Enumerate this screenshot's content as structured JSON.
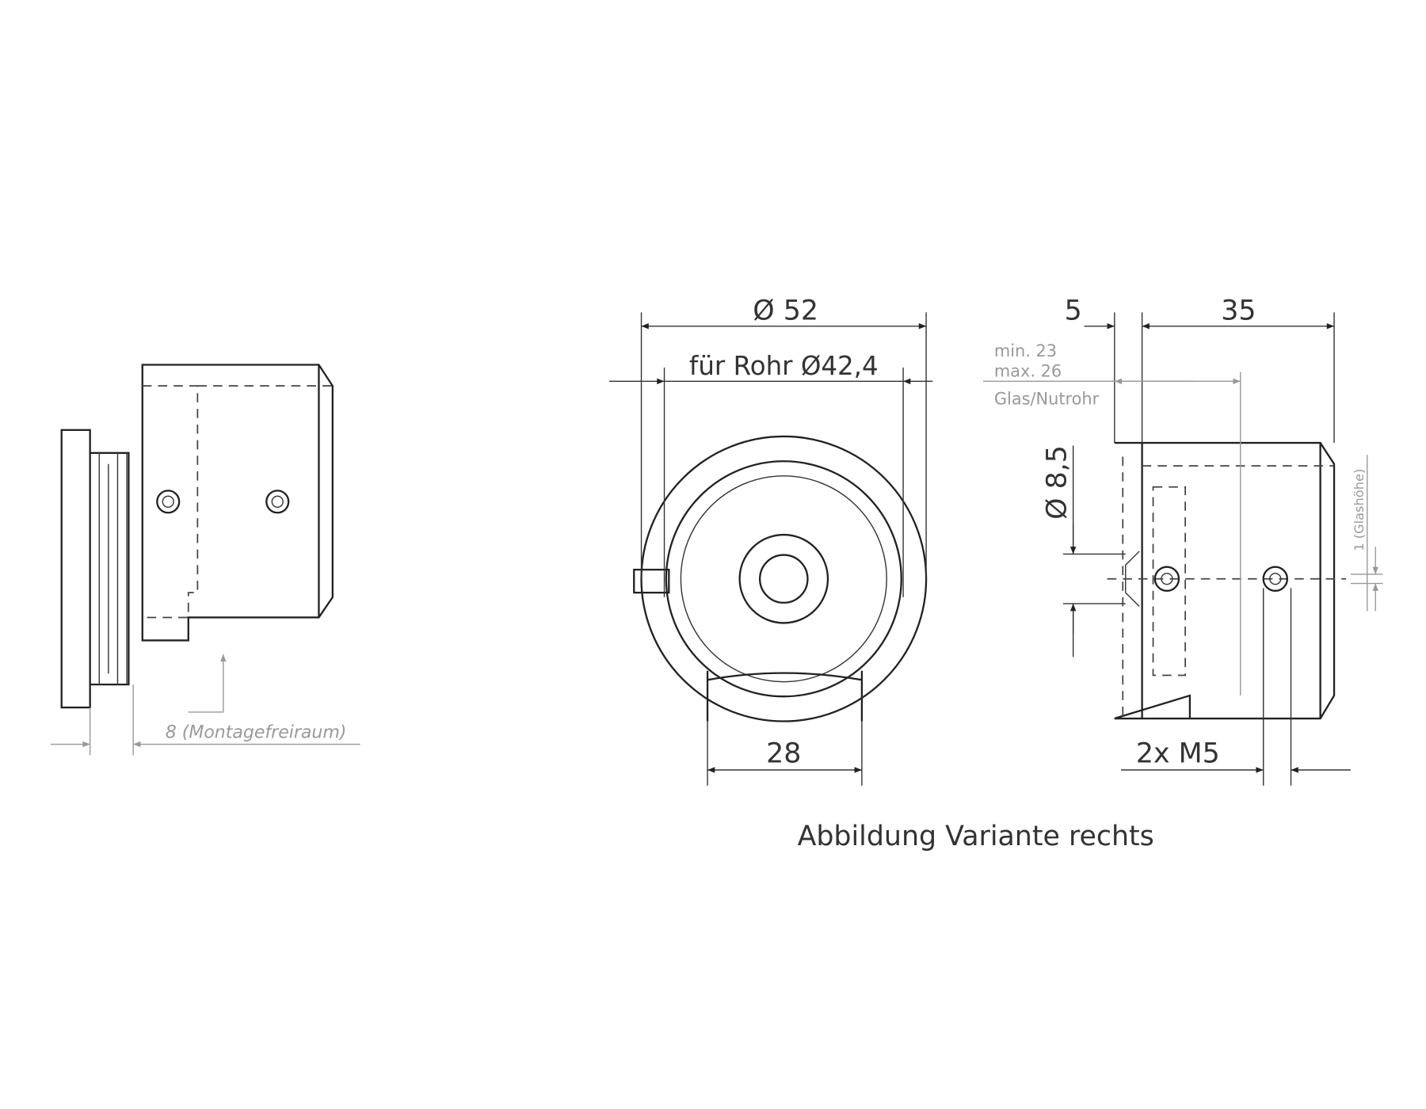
{
  "left_view": {
    "clearance_label": "8 (Montagefreiraum)"
  },
  "front_view": {
    "outer_diameter_label": "Ø 52",
    "tube_label": "für Rohr Ø42,4",
    "flat_width_label": "28"
  },
  "side_view": {
    "dim_5_label": "5",
    "dim_35_label": "35",
    "glass_min_label": "min. 23",
    "glass_max_label": "max. 26",
    "glass_type_label": "Glas/Nutrohr",
    "bore_label": "Ø 8,5",
    "glass_height_label": "1 (Glashöhe)",
    "thread_label": "2x M5"
  },
  "caption": "Abbildung Variante rechts",
  "colors": {
    "line": "#222222",
    "secondary": "#999999"
  }
}
